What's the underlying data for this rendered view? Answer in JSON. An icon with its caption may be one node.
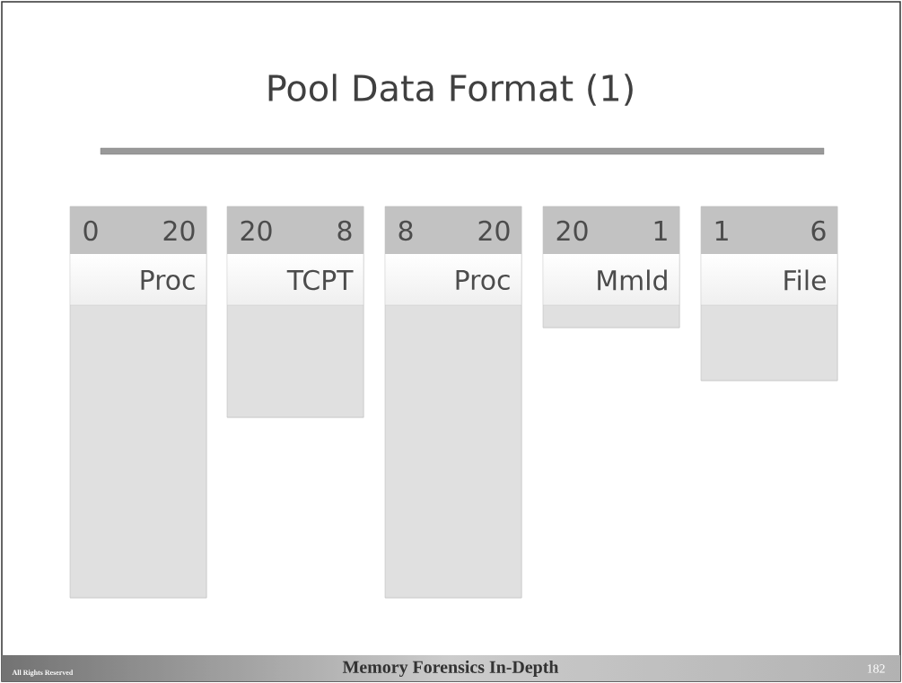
{
  "diagram": {
    "title": "Pool Data Format (1)",
    "nodes": [
      {
        "text": [
          "0",
          "20",
          "Proc"
        ]
      },
      {
        "text": [
          "20",
          "8",
          "TCPT"
        ]
      },
      {
        "text": [
          "8",
          "20",
          "Proc"
        ]
      },
      {
        "text": [
          "20",
          "1",
          "Mmld"
        ]
      },
      {
        "text": [
          "1",
          "6",
          "File"
        ]
      }
    ],
    "labels": [
      "All Rights Reserved",
      "Memory Forensics In-Depth",
      "182"
    ]
  }
}
